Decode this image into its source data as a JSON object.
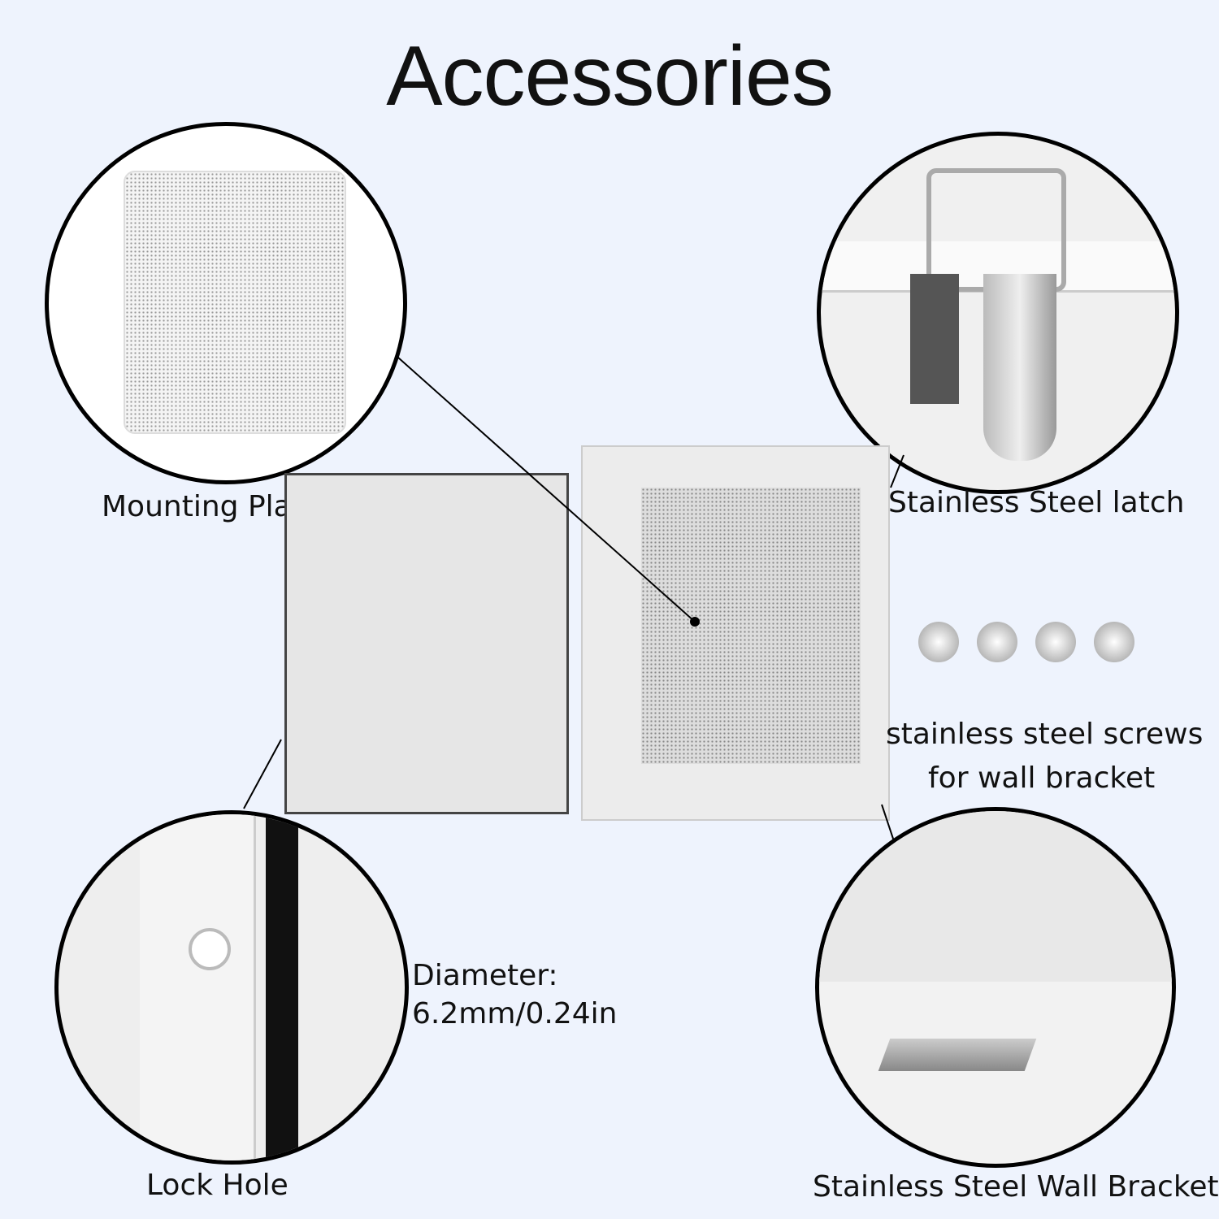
{
  "title": "Accessories",
  "labels": {
    "mounting_plate": "Mounting Plate",
    "latch": "Stainless Steel latch",
    "screws_line1": "stainless steel screws",
    "screws_line2": "for wall bracket",
    "diameter_line1": "Diameter:",
    "diameter_line2": "6.2mm/0.24in",
    "lock_hole": "Lock Hole",
    "wall_bracket": "Stainless Steel Wall Bracket"
  },
  "colors": {
    "background": "#eef3fd",
    "circle_border": "#000000",
    "enclosure": "#e6e6e6"
  }
}
